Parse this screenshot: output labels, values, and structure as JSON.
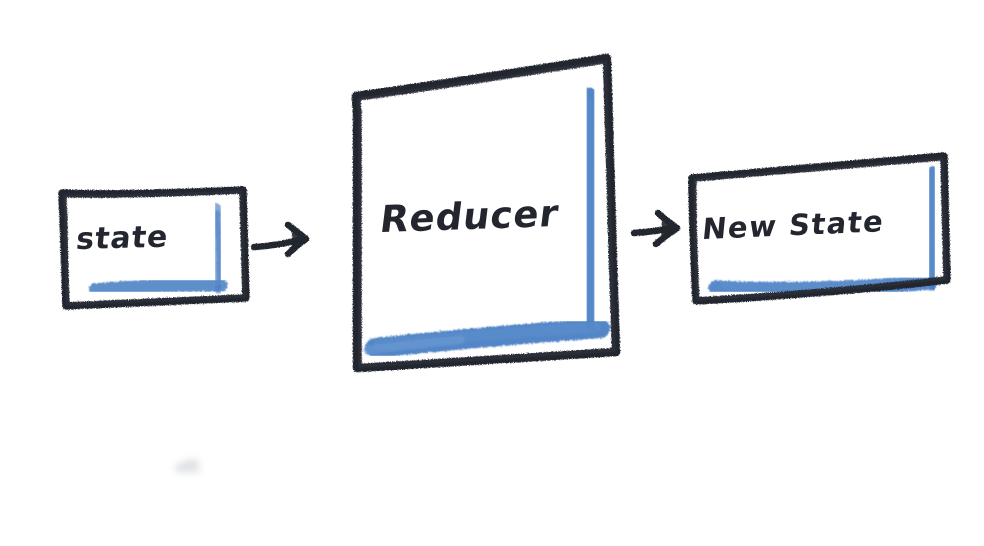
{
  "diagram": {
    "title": "Redux reducer flow sketch",
    "style": "hand-drawn marker sketch on white background",
    "background_color": "#ffffff",
    "stroke_color": "#23262e",
    "highlight_color": "#4a7fc4",
    "nodes": [
      {
        "id": "state",
        "label": "state",
        "shape": "rectangle",
        "highlight_edges": "right-and-bottom"
      },
      {
        "id": "reducer",
        "label": "Reducer",
        "shape": "rectangle",
        "highlight_edges": "right-and-bottom"
      },
      {
        "id": "new-state",
        "label": "New State",
        "shape": "rectangle",
        "highlight_edges": "right-and-bottom"
      }
    ],
    "arrows": [
      {
        "id": "arrow-state-to-reducer",
        "from": "state",
        "to": "reducer",
        "direction": "right"
      },
      {
        "id": "arrow-reducer-to-new-state",
        "from": "reducer",
        "to": "new-state",
        "direction": "right"
      }
    ]
  }
}
